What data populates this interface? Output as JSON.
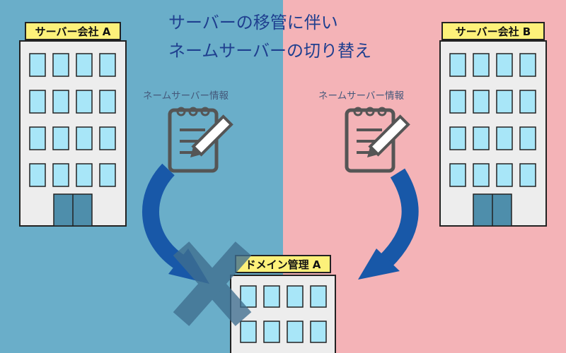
{
  "title": {
    "line1": "サーバーの移管に伴い",
    "line2": "ネームサーバーの切り替え"
  },
  "buildings": {
    "left": {
      "label": "サーバー会社 A"
    },
    "right": {
      "label": "サーバー会社 B"
    },
    "bottom": {
      "label": "ドメイン管理 A"
    }
  },
  "info_label": {
    "left": "ネームサーバー情報",
    "right": "ネームサーバー情報"
  },
  "icons": [
    "notepad-pencil-icon",
    "curved-arrow-icon",
    "cross-mark-icon",
    "building-icon"
  ],
  "colors": {
    "left_bg": "#6aaec9",
    "right_bg": "#f4b3b7",
    "arrow": "#1858a8",
    "cross": "#3f6e8f",
    "window": "#a8e6f8",
    "sign": "#fdf17a",
    "title": "#1f3f8f"
  }
}
